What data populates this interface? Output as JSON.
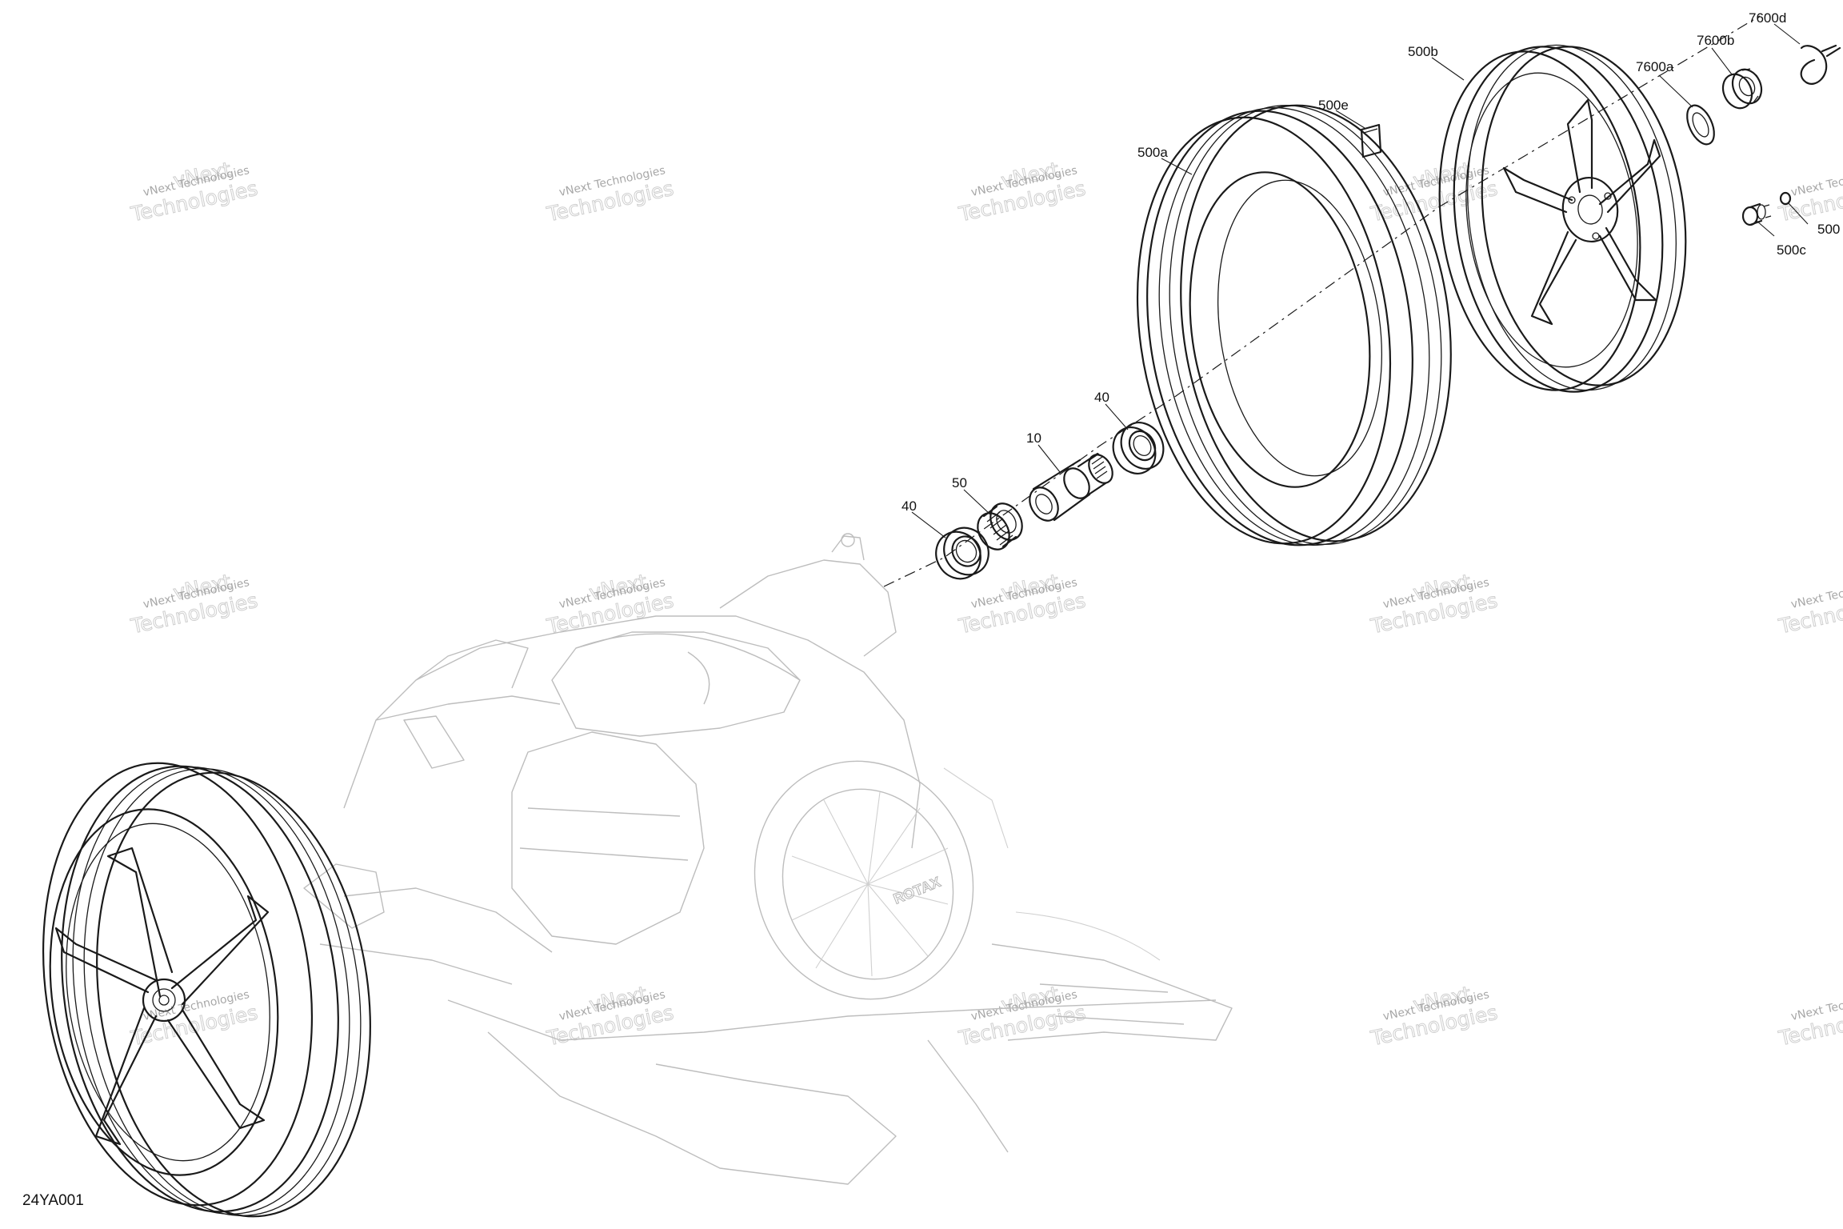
{
  "figure_code": "24YA001",
  "callouts": {
    "c40_left": "40",
    "c50": "50",
    "c10": "10",
    "c40_right": "40",
    "c500a": "500a",
    "c500e": "500e",
    "c500b": "500b",
    "c7600a": "7600a",
    "c7600b": "7600b",
    "c7600d": "7600d",
    "c500c": "500c",
    "c500_edge": "500"
  },
  "brand_marking": "ROTAX",
  "watermark": {
    "line1": "vNext Technologies",
    "line2": "Technologies",
    "line3": "vNext"
  }
}
